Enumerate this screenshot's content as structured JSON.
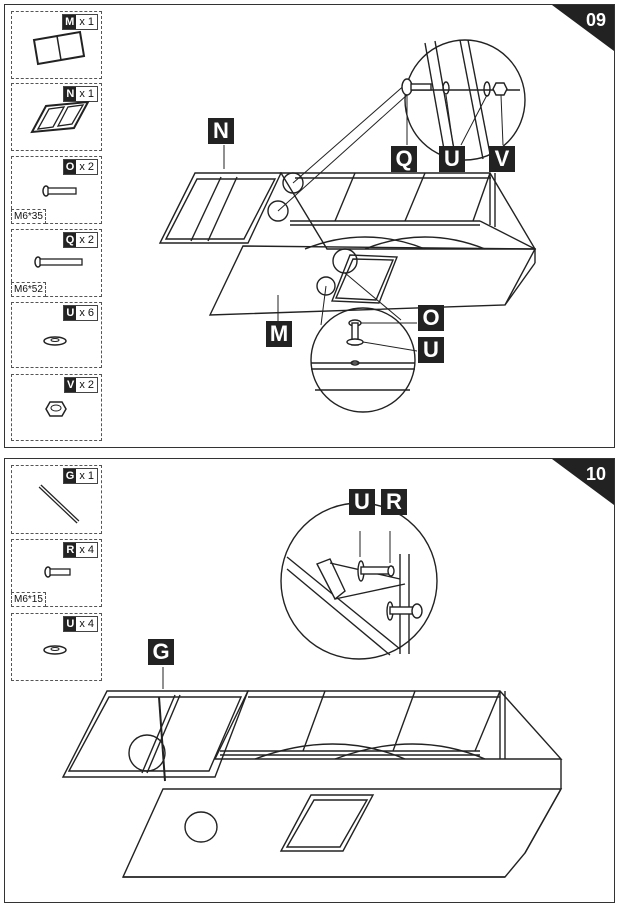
{
  "steps": [
    {
      "number": "09",
      "parts": [
        {
          "letter": "M",
          "qty": "x 1",
          "icon": "door-panel-icon"
        },
        {
          "letter": "N",
          "qty": "x 1",
          "icon": "door-frame-icon"
        },
        {
          "letter": "O",
          "qty": "x 2",
          "spec": "M6*35",
          "icon": "short-bolt-icon"
        },
        {
          "letter": "Q",
          "qty": "x 2",
          "spec": "M6*52",
          "icon": "long-bolt-icon"
        },
        {
          "letter": "U",
          "qty": "x 6",
          "icon": "washer-icon"
        },
        {
          "letter": "V",
          "qty": "x 2",
          "icon": "hex-nut-icon"
        }
      ],
      "callouts": {
        "n": "N",
        "q": "Q",
        "u": "U",
        "v": "V",
        "m": "M",
        "o": "O",
        "u2": "U"
      }
    },
    {
      "number": "10",
      "parts": [
        {
          "letter": "G",
          "qty": "x 1",
          "icon": "support-rod-icon"
        },
        {
          "letter": "R",
          "qty": "x 4",
          "spec": "M6*15",
          "icon": "small-bolt-icon"
        },
        {
          "letter": "U",
          "qty": "x 4",
          "icon": "washer-icon"
        }
      ],
      "callouts": {
        "u": "U",
        "r": "R",
        "g": "G"
      }
    }
  ]
}
